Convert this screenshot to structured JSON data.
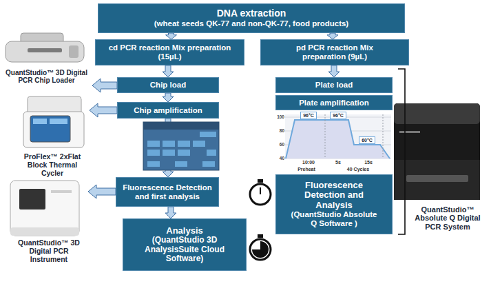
{
  "diagram": {
    "nodes": [
      {
        "text": [
          "DNA extraction",
          "(wheat seeds QK-77 and non-QK-77, food products)"
        ]
      },
      {
        "text": [
          "cd PCR reaction Mix preparation (15µL)"
        ]
      },
      {
        "text": [
          "pd PCR reaction Mix preparation (9µL)"
        ]
      },
      {
        "text": [
          "Chip load"
        ]
      },
      {
        "text": [
          "Plate load"
        ]
      },
      {
        "text": [
          "Chip amplification"
        ]
      },
      {
        "text": [
          "Plate amplification"
        ]
      },
      {
        "text": [
          "Fluorescence Detection and first analysis"
        ]
      },
      {
        "text": [
          "Fluorescence Detection and Analysis",
          "(QuantStudio Absolute Q Software )"
        ]
      },
      {
        "text": [
          "Analysis",
          "(QuantStudio 3D AnalysisSuite Cloud Software)"
        ]
      }
    ],
    "edges": [
      {
        "from": 0,
        "to": 1,
        "arrow": "to"
      },
      {
        "from": 0,
        "to": 2,
        "arrow": "to"
      },
      {
        "from": 1,
        "to": 3,
        "arrow": "to"
      },
      {
        "from": 2,
        "to": 4,
        "arrow": "to"
      },
      {
        "from": 3,
        "to": 5,
        "arrow": "to"
      },
      {
        "from": 5,
        "to": 7,
        "arrow": "to"
      },
      {
        "from": 7,
        "to": 9,
        "arrow": "to"
      }
    ],
    "labels": [
      "QuantStudio™ 3D Digital PCR Chip Loader",
      "ProFlex™ 2xFlat Block Thermal Cycler",
      "QuantStudio™ 3D Digital PCR Instrument",
      "QuantStudio™ Absolute Q Digital PCR System",
      "100",
      "80",
      "60",
      "40",
      "96°C",
      "96°C",
      "60°C",
      "10:00",
      "5s",
      "15s",
      "Preheat",
      "40 Cycles"
    ]
  }
}
